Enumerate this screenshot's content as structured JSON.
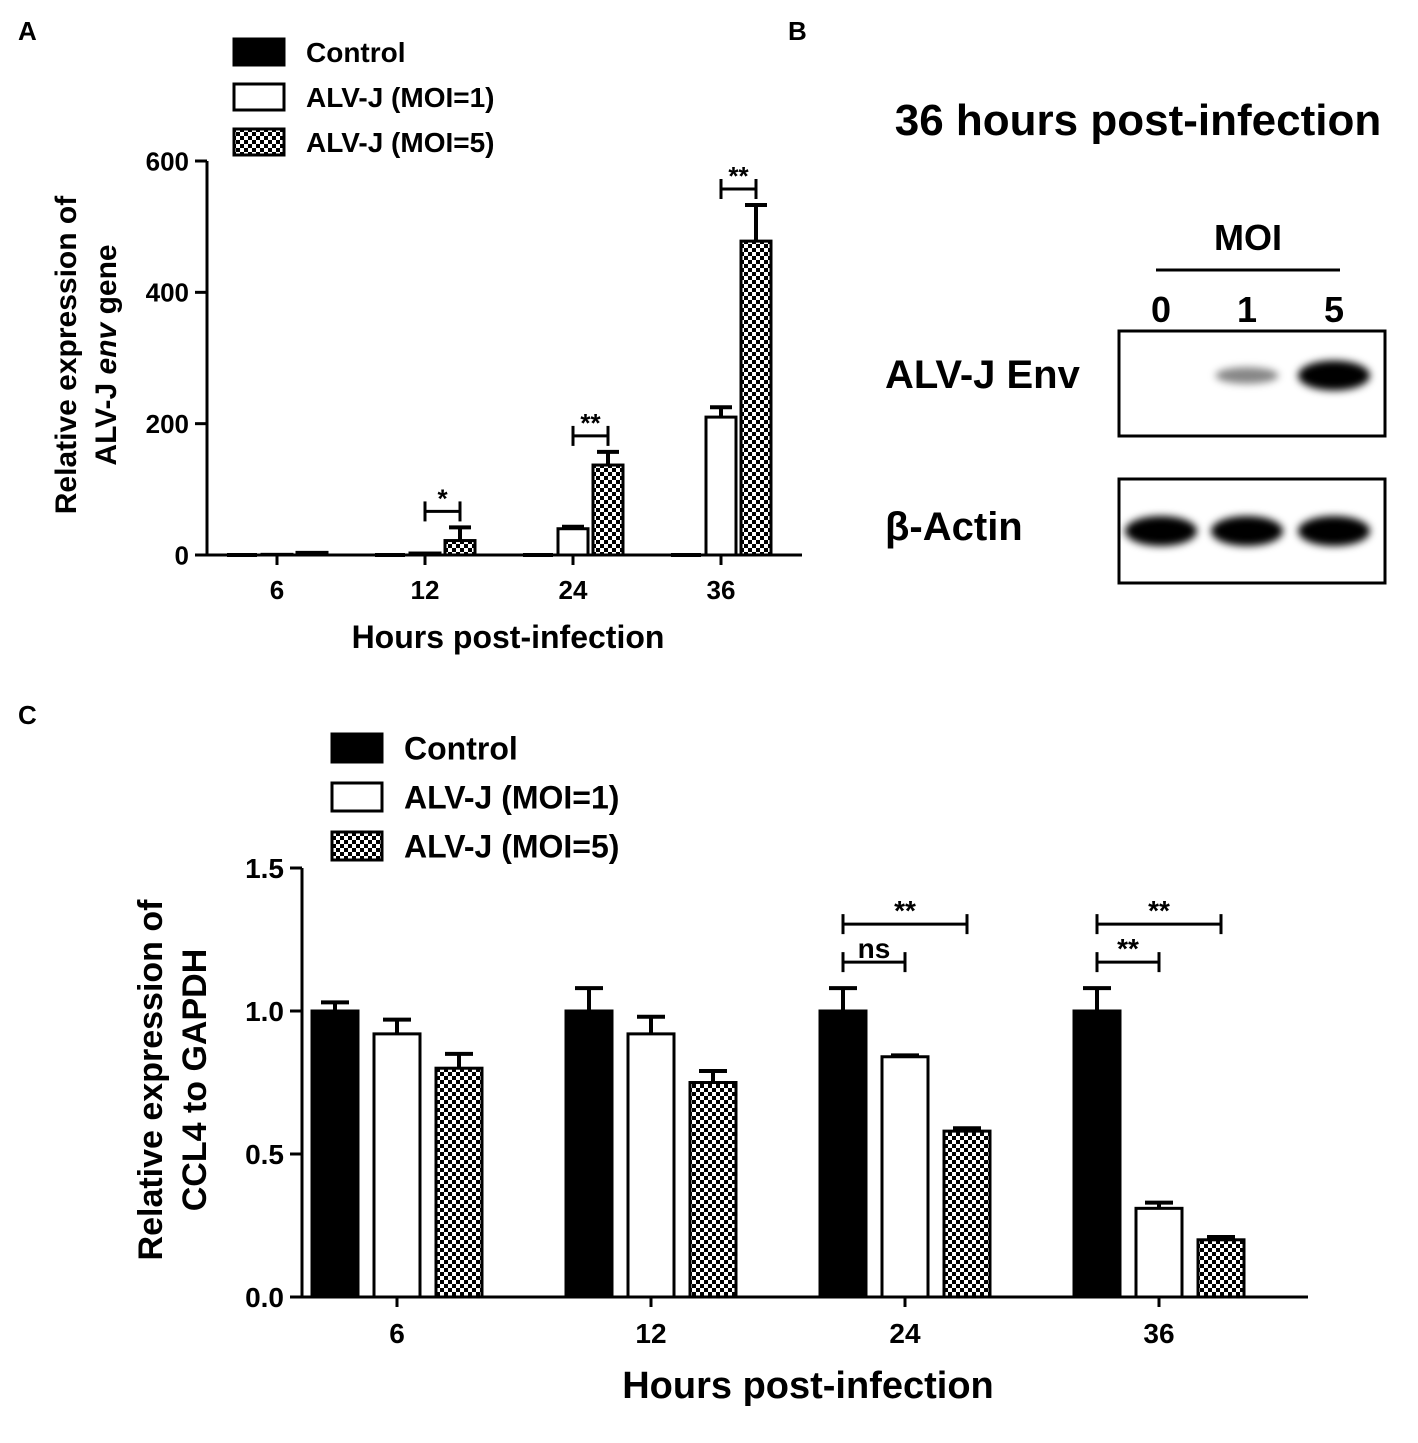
{
  "panels": {
    "a_label": "A",
    "b_label": "B",
    "c_label": "C"
  },
  "legend": [
    {
      "name": "Control",
      "pattern": "solid"
    },
    {
      "name": "ALV-J (MOI=1)",
      "pattern": "white"
    },
    {
      "name": "ALV-J (MOI=5)",
      "pattern": "checker"
    }
  ],
  "chart_data": [
    {
      "id": "A",
      "type": "bar",
      "categories": [
        "6",
        "12",
        "24",
        "36"
      ],
      "xlabel": "Hours post-infection",
      "ylabel_line1": "Relative expression of",
      "ylabel_line2_pre": "ALV-J ",
      "ylabel_line2_italic": "env",
      "ylabel_line2_post": " gene",
      "ylim": [
        0,
        600
      ],
      "yticks": [
        "0",
        "200",
        "400",
        "600"
      ],
      "series": [
        {
          "name": "Control",
          "values": [
            0,
            0,
            0,
            0
          ],
          "errors": [
            0,
            0,
            0,
            0
          ]
        },
        {
          "name": "ALV-J (MOI=1)",
          "values": [
            1,
            3,
            40,
            210
          ],
          "errors": [
            0.5,
            1,
            3,
            15
          ]
        },
        {
          "name": "ALV-J (MOI=5)",
          "values": [
            4,
            22,
            137,
            478
          ],
          "errors": [
            1,
            20,
            20,
            55
          ]
        }
      ],
      "significance": [
        {
          "category": 1,
          "from": 1,
          "to": 2,
          "label": "*"
        },
        {
          "category": 2,
          "from": 1,
          "to": 2,
          "label": "**"
        },
        {
          "category": 3,
          "from": 1,
          "to": 2,
          "label": "**"
        }
      ]
    },
    {
      "id": "C",
      "type": "bar",
      "categories": [
        "6",
        "12",
        "24",
        "36"
      ],
      "xlabel": "Hours post-infection",
      "ylabel_line1": "Relative expression of",
      "ylabel_line2": "CCL4 to GAPDH",
      "ylim": [
        0,
        1.5
      ],
      "yticks": [
        "0.0",
        "0.5",
        "1.0",
        "1.5"
      ],
      "series": [
        {
          "name": "Control",
          "values": [
            1.0,
            1.0,
            1.0,
            1.0
          ],
          "errors": [
            0.03,
            0.08,
            0.08,
            0.08
          ]
        },
        {
          "name": "ALV-J (MOI=1)",
          "values": [
            0.92,
            0.92,
            0.84,
            0.31
          ],
          "errors": [
            0.05,
            0.06,
            0.005,
            0.02
          ]
        },
        {
          "name": "ALV-J (MOI=5)",
          "values": [
            0.8,
            0.75,
            0.58,
            0.2
          ],
          "errors": [
            0.05,
            0.04,
            0.01,
            0.01
          ]
        }
      ],
      "significance": [
        {
          "category": 2,
          "from": 0,
          "to": 1,
          "label": "ns"
        },
        {
          "category": 2,
          "from": 0,
          "to": 2,
          "label": "**"
        },
        {
          "category": 3,
          "from": 0,
          "to": 1,
          "label": "**"
        },
        {
          "category": 3,
          "from": 0,
          "to": 2,
          "label": "**"
        }
      ]
    }
  ],
  "blot": {
    "title": "36 hours post-infection",
    "moi_label": "MOI",
    "lanes": [
      "0",
      "1",
      "5"
    ],
    "rows": [
      {
        "label": "ALV-J Env",
        "intensities": [
          0.0,
          0.25,
          1.0
        ]
      },
      {
        "label": "β-Actin",
        "intensities": [
          1.0,
          1.0,
          1.0
        ]
      }
    ]
  }
}
